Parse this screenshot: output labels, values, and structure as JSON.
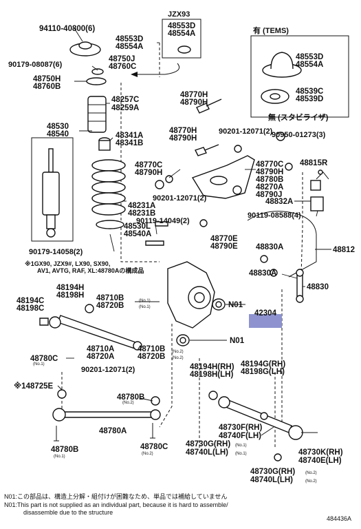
{
  "labels": {
    "p94110": "94110-40800",
    "p94110_qty": "(6)",
    "jzx93": "JZX93",
    "p48553d_top": "48553D",
    "p48554a_top": "48554A",
    "p48553d": "48553D",
    "p48554a": "48554A",
    "p48553d_r": "48553D",
    "p48554a_r": "48554A",
    "p90179_a": "90179-08087",
    "p90179_a_qty": "(6)",
    "p48750j": "48750J",
    "p48760c": "48760C",
    "p48750h": "48750H",
    "p48760b": "48760B",
    "p48257c": "48257C",
    "p48259a": "48259A",
    "tems": "有 (TEMS)",
    "p48539c": "48539C",
    "p48539d": "48539D",
    "stabilizer_note": "無 (スタビライザ)",
    "p48770h_top": "48770H",
    "p48790h_top": "48790H",
    "p90201_a": "90201-12071",
    "p90201_a_qty": "(2)",
    "p90950": "90950-01273",
    "p90950_qty": "(3)",
    "p48530": "48530",
    "p48540": "48540",
    "p48341a": "48341A",
    "p48341b": "48341B",
    "p48770h_mid": "48770H",
    "p48790h_mid": "48790H",
    "p48770c_l": "48770C",
    "p48790h_l": "48790H",
    "p48770c_r": "48770C",
    "p48790h_r": "48790H",
    "p48780b_r": "48780B",
    "p48270a": "48270A",
    "p48790j": "48790J",
    "p48815r": "48815R",
    "p90201_b": "90201-12071",
    "p90201_b_qty": "(2)",
    "p48832a": "48832A",
    "p48231a": "48231A",
    "p48231b": "48231B",
    "p90119_a": "90119-14049",
    "p90119_a_qty": "(2)",
    "p90119_b": "90119-08588",
    "p90119_b_qty": "(4)",
    "p48530l": "48530L",
    "p48540a": "48540A",
    "p48770e": "48770E",
    "p48790e": "48790E",
    "p48830a_top": "48830A",
    "p48812": "48812",
    "p90179_b": "90179-14058",
    "p90179_b_qty": "(2)",
    "model_note_1": "※1GX90, JZX9#, LX90, SX90,",
    "model_note_2": "AV1, AVTG, RAF, XL:48780Aの構成品",
    "p48830a_bot": "48830A",
    "p48830": "48830",
    "p48194h_a": "48194H",
    "p48198h_a": "48198H",
    "p48194c": "48194C",
    "p48198c": "48198C",
    "p48710b_a": "48710B",
    "p48720b_a": "48720B",
    "n01_a": "N01",
    "p42304": "42304",
    "n01_b": "N01",
    "p48710a": "48710A",
    "p48720a": "48720A",
    "p48710b_b": "48710B",
    "p48720b_b": "48720B",
    "p48194h_b": "48194H(RH)",
    "p48198h_b": "48198H(LH)",
    "p48194g": "48194G(RH)",
    "p48198g": "48198G(LH)",
    "p48780c_a": "48780C",
    "p90201_c": "90201-12071(2)",
    "p48725e": "※148725E",
    "p48780b_b": "48780B",
    "p48730f": "48730F(RH)",
    "p48740f": "48740F(LH)",
    "p48780a": "48780A",
    "p48730g_a": "48730G(RH)",
    "p48740l_a": "48740L(LH)",
    "p48730k": "48730K(RH)",
    "p48740e": "48740E(LH)",
    "p48780b_c": "48780B",
    "p48780c_b": "48780C",
    "p48730g_b": "48730G(RH)",
    "p48740l_b": "48740L(LH)",
    "no1": "(No.1)",
    "no2": "(No.2)",
    "rh": "(RH)",
    "lh": "(LH)",
    "no1_2": "(No.1)"
  },
  "highlight_color": "#8e93cf",
  "notes": {
    "jp": "N01:この部品は、構造上分解・組付けが困難なため、単品では補給していません",
    "en1": "N01:This part is not supplied as an individual part,  because it is hard to assemble/",
    "en2": "disassemble due to the structure"
  },
  "illustration_no": "484436A"
}
